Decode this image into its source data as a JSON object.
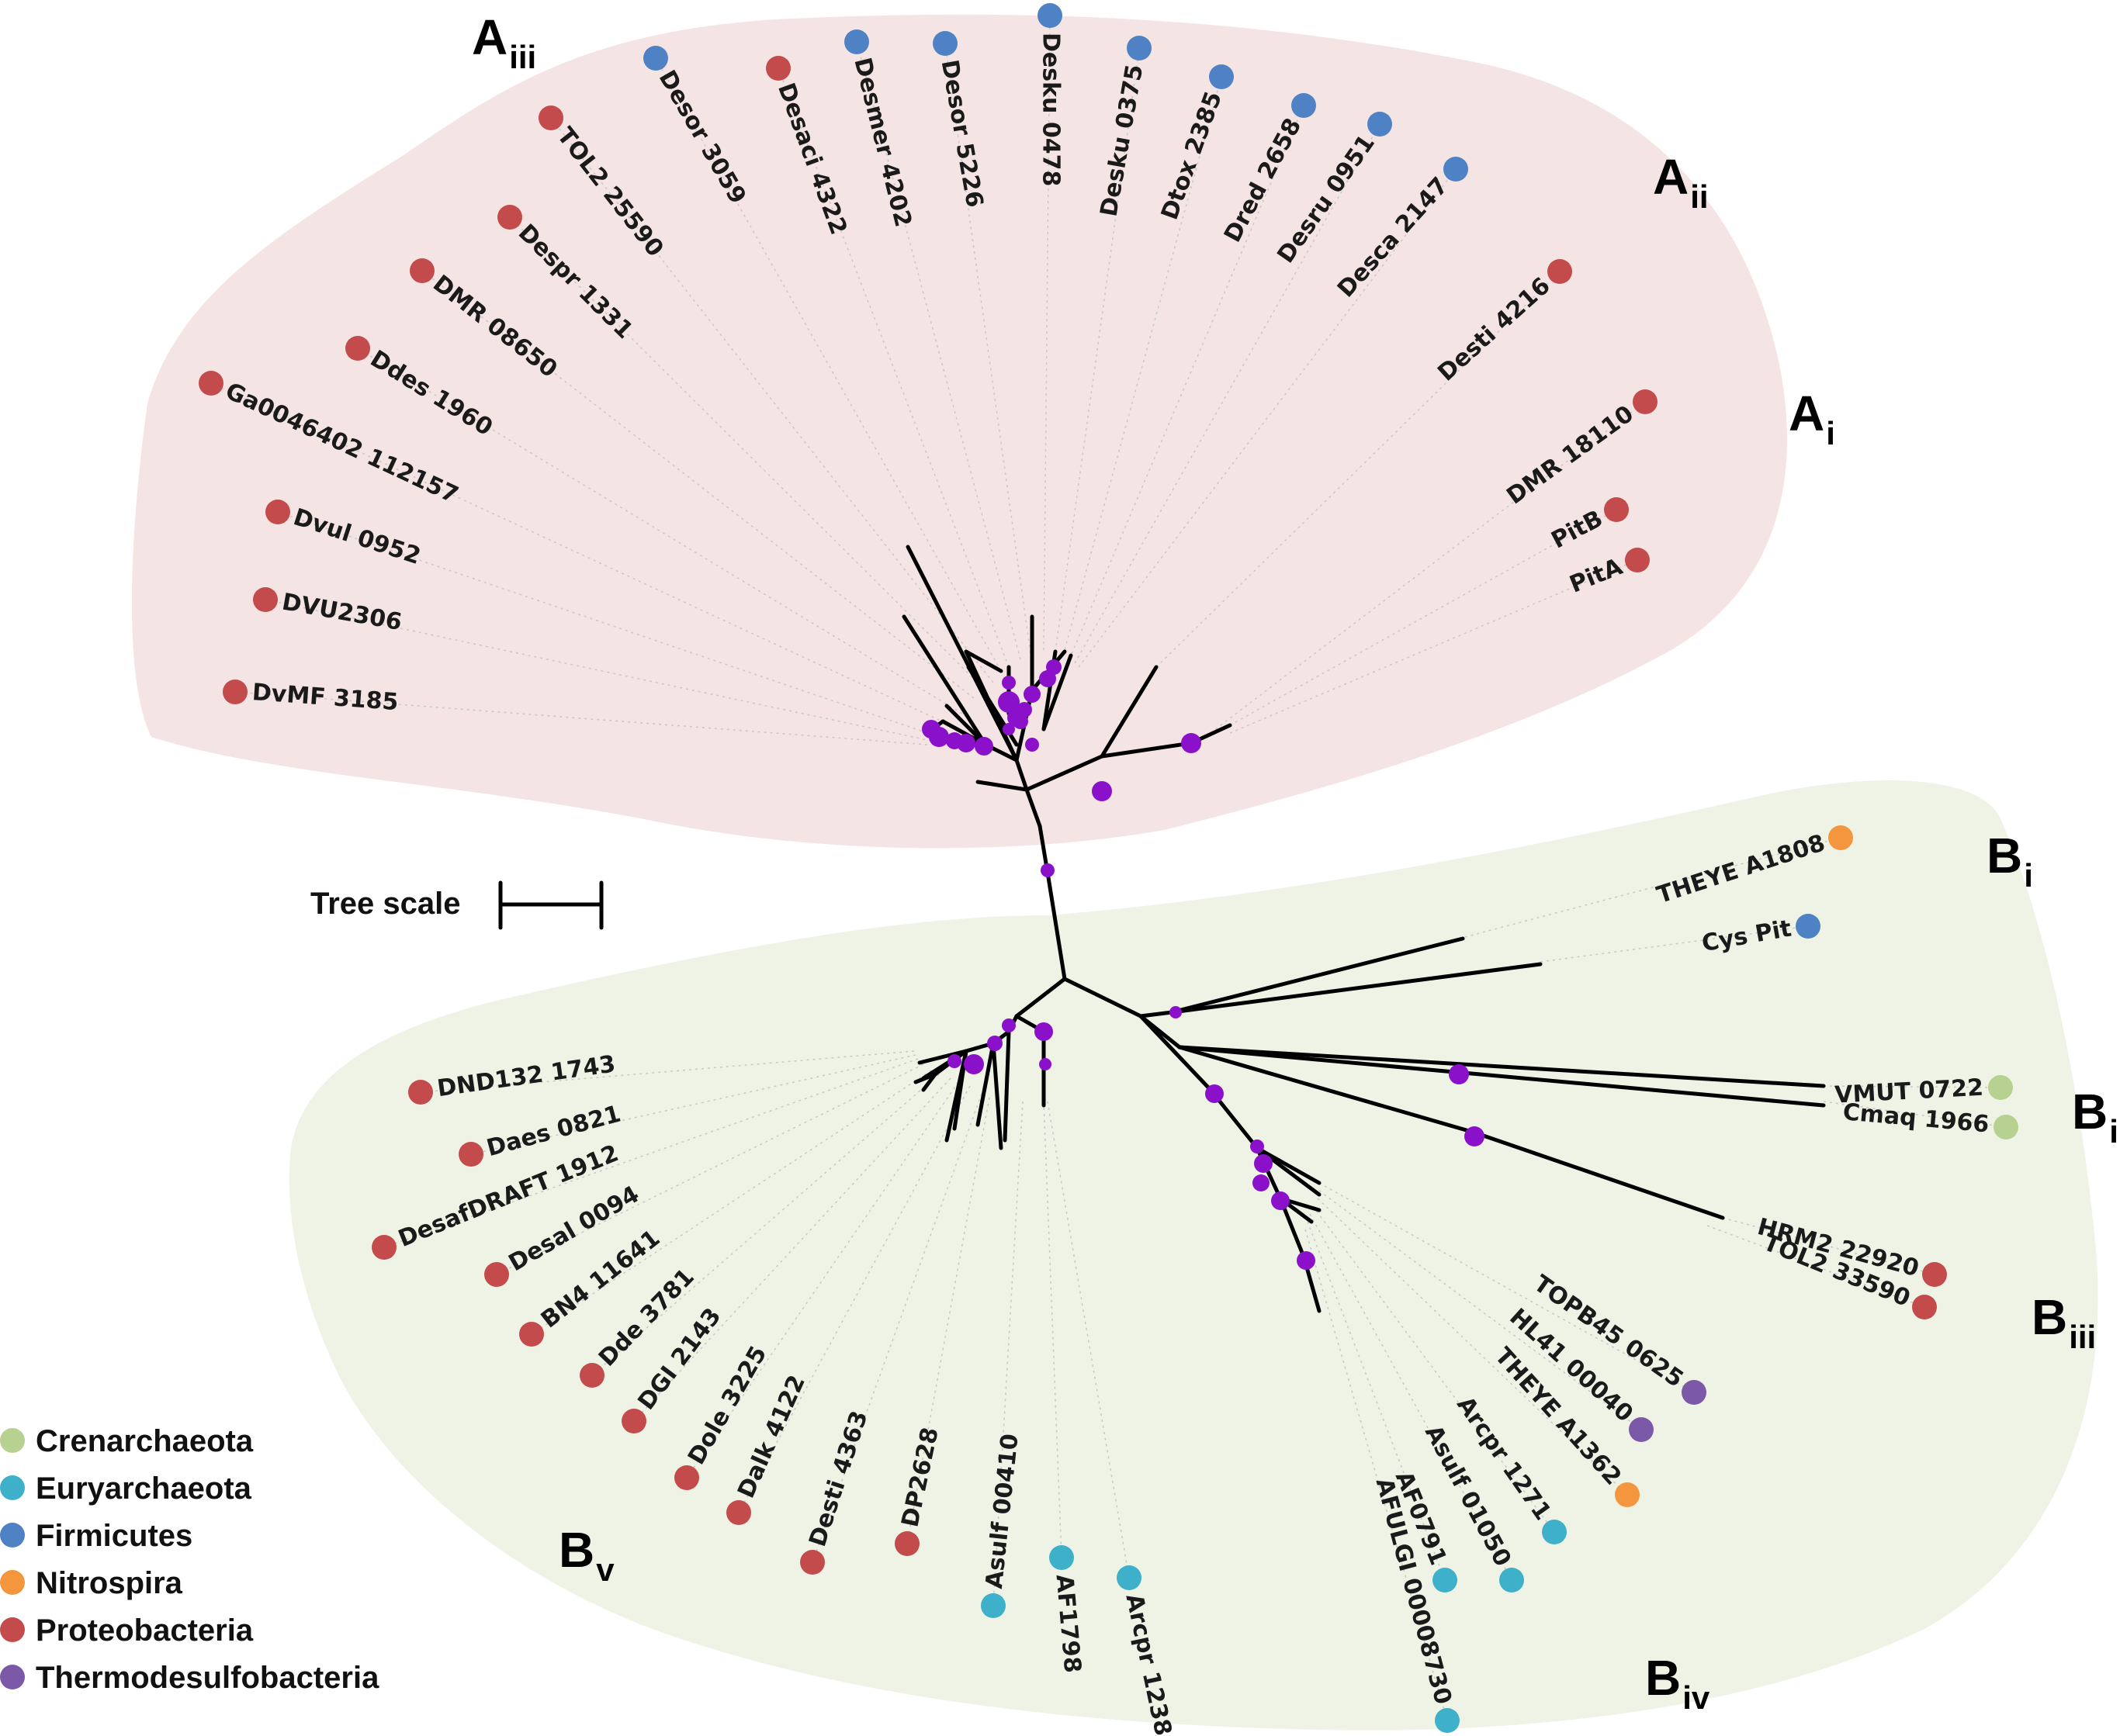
{
  "colors": {
    "Crenarchaeota": "#b7d190",
    "Euryarchaeota": "#3fb0c9",
    "Firmicutes": "#4f82c4",
    "Nitrospira": "#f4963e",
    "Proteobacteria": "#c44b4b",
    "Thermodesulfobacteria": "#7c58a8",
    "bootstrap": "#8a11c9",
    "regionA": "#f5e4e4",
    "regionB": "#eef3e6"
  },
  "legend": [
    {
      "phylum": "Crenarchaeota",
      "label": "Crenarchaeota"
    },
    {
      "phylum": "Euryarchaeota",
      "label": "Euryarchaeota"
    },
    {
      "phylum": "Firmicutes",
      "label": "Firmicutes"
    },
    {
      "phylum": "Nitrospira",
      "label": "Nitrospira"
    },
    {
      "phylum": "Proteobacteria",
      "label": "Proteobacteria"
    },
    {
      "phylum": "Thermodesulfobacteria",
      "label": "Thermodesulfobacteria"
    }
  ],
  "tree_scale_label": "Tree scale",
  "clades": [
    {
      "main": "A",
      "sub": "iii"
    },
    {
      "main": "A",
      "sub": "ii"
    },
    {
      "main": "A",
      "sub": "i"
    },
    {
      "main": "B",
      "sub": "i"
    },
    {
      "main": "B",
      "sub": "ii"
    },
    {
      "main": "B",
      "sub": "iii"
    },
    {
      "main": "B",
      "sub": "iv"
    },
    {
      "main": "B",
      "sub": "v"
    }
  ],
  "leaves": [
    {
      "label": "Desor 3059",
      "phylum": "Firmicutes"
    },
    {
      "label": "Desaci 4322",
      "phylum": "Proteobacteria"
    },
    {
      "label": "Desmer 4202",
      "phylum": "Firmicutes"
    },
    {
      "label": "Desor 5226",
      "phylum": "Firmicutes"
    },
    {
      "label": "Desku 0478",
      "phylum": "Firmicutes"
    },
    {
      "label": "Desku 0375",
      "phylum": "Firmicutes"
    },
    {
      "label": "Dtox 2385",
      "phylum": "Firmicutes"
    },
    {
      "label": "Dred 2658",
      "phylum": "Firmicutes"
    },
    {
      "label": "Desru 0951",
      "phylum": "Firmicutes"
    },
    {
      "label": "Desca 2147",
      "phylum": "Firmicutes"
    },
    {
      "label": "TOL2 25590",
      "phylum": "Proteobacteria"
    },
    {
      "label": "Despr 1331",
      "phylum": "Proteobacteria"
    },
    {
      "label": "DMR 08650",
      "phylum": "Proteobacteria"
    },
    {
      "label": "Ddes 1960",
      "phylum": "Proteobacteria"
    },
    {
      "label": "Ga0046402 112157",
      "phylum": "Proteobacteria"
    },
    {
      "label": "Dvul 0952",
      "phylum": "Proteobacteria"
    },
    {
      "label": "DVU2306",
      "phylum": "Proteobacteria"
    },
    {
      "label": "DvMF 3185",
      "phylum": "Proteobacteria"
    },
    {
      "label": "Desti 4216",
      "phylum": "Proteobacteria"
    },
    {
      "label": "DMR 18110",
      "phylum": "Proteobacteria"
    },
    {
      "label": "PitB",
      "phylum": "Proteobacteria"
    },
    {
      "label": "PitA",
      "phylum": "Proteobacteria"
    },
    {
      "label": "THEYE A1808",
      "phylum": "Nitrospira"
    },
    {
      "label": "Cys Pit",
      "phylum": "Firmicutes"
    },
    {
      "label": "VMUT 0722",
      "phylum": "Crenarchaeota"
    },
    {
      "label": "Cmaq 1966",
      "phylum": "Crenarchaeota"
    },
    {
      "label": "HRM2 22920",
      "phylum": "Proteobacteria"
    },
    {
      "label": "TOL2 33590",
      "phylum": "Proteobacteria"
    },
    {
      "label": "TOPB45 0625",
      "phylum": "Thermodesulfobacteria"
    },
    {
      "label": "HL41 00040",
      "phylum": "Thermodesulfobacteria"
    },
    {
      "label": "THEYE A1362",
      "phylum": "Nitrospira"
    },
    {
      "label": "Arcpr 1271",
      "phylum": "Euryarchaeota"
    },
    {
      "label": "Asulf 01050",
      "phylum": "Euryarchaeota"
    },
    {
      "label": "AF0791",
      "phylum": "Euryarchaeota"
    },
    {
      "label": "AFULGI 00008730",
      "phylum": "Euryarchaeota"
    },
    {
      "label": "DND132 1743",
      "phylum": "Proteobacteria"
    },
    {
      "label": "Daes 0821",
      "phylum": "Proteobacteria"
    },
    {
      "label": "DesafDRAFT 1912",
      "phylum": "Proteobacteria"
    },
    {
      "label": "Desal 0094",
      "phylum": "Proteobacteria"
    },
    {
      "label": "BN4 11641",
      "phylum": "Proteobacteria"
    },
    {
      "label": "Dde 3781",
      "phylum": "Proteobacteria"
    },
    {
      "label": "DGI 2143",
      "phylum": "Proteobacteria"
    },
    {
      "label": "Dole 3225",
      "phylum": "Proteobacteria"
    },
    {
      "label": "Dalk 4122",
      "phylum": "Proteobacteria"
    },
    {
      "label": "Desti 4363",
      "phylum": "Proteobacteria"
    },
    {
      "label": "DP2628",
      "phylum": "Proteobacteria"
    },
    {
      "label": "Asulf 00410",
      "phylum": "Euryarchaeota"
    },
    {
      "label": "AF1798",
      "phylum": "Euryarchaeota"
    },
    {
      "label": "Arcpr 1238",
      "phylum": "Euryarchaeota"
    }
  ]
}
